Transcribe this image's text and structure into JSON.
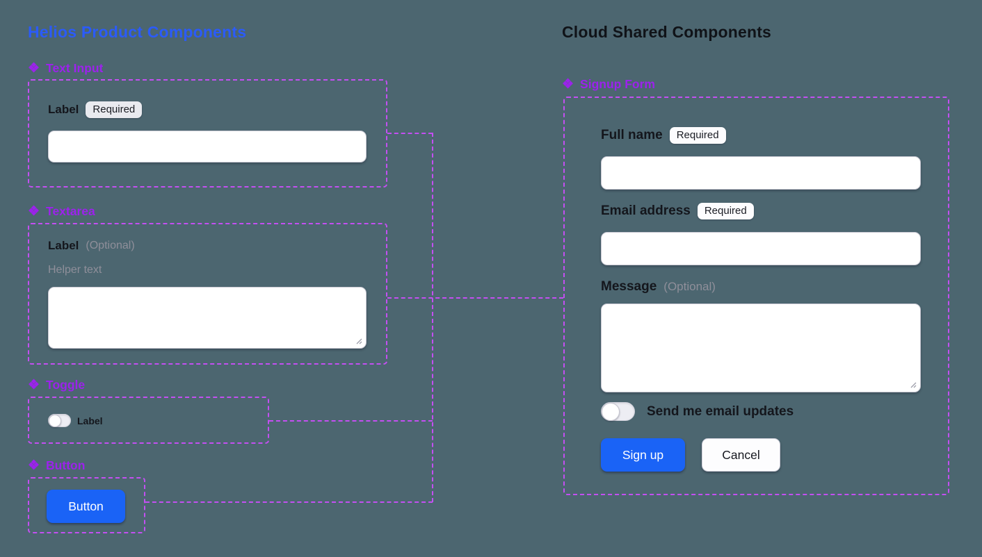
{
  "ui": {
    "marker": "❖",
    "colors": {
      "canvas_bg": "#4C6670",
      "helios_title": "#2B5BF8",
      "cloud_title": "#101318",
      "component_label": "#9C22EC",
      "dashed_outline": "#C44FF2",
      "primary_button": "#1A63F6"
    }
  },
  "helios": {
    "title": "Helios Product Components",
    "text_input": {
      "name": "Text Input",
      "label": "Label",
      "badge": "Required",
      "value": ""
    },
    "textarea": {
      "name": "Textarea",
      "label": "Label",
      "optional": "(Optional)",
      "helper": "Helper text",
      "value": ""
    },
    "toggle": {
      "name": "Toggle",
      "label": "Label",
      "state": "off"
    },
    "button": {
      "name": "Button",
      "label": "Button"
    }
  },
  "cloud": {
    "title": "Cloud Shared Components",
    "signup_form": {
      "name": "Signup Form",
      "full_name": {
        "label": "Full name",
        "badge": "Required",
        "value": ""
      },
      "email": {
        "label": "Email address",
        "badge": "Required",
        "value": ""
      },
      "message": {
        "label": "Message",
        "optional": "(Optional)",
        "value": ""
      },
      "updates_toggle": {
        "label": "Send me email updates",
        "state": "off"
      },
      "submit_label": "Sign up",
      "cancel_label": "Cancel"
    }
  }
}
